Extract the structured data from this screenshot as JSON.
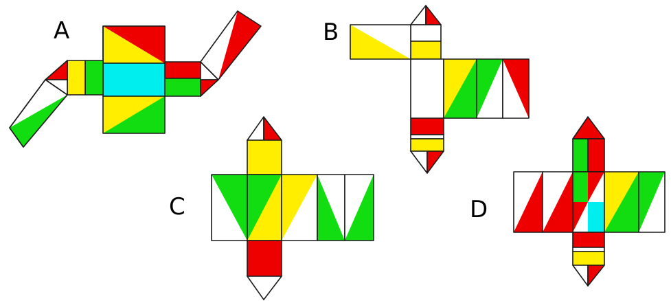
{
  "colors": {
    "red": "#ee0000",
    "yellow": "#ffee00",
    "green": "#11dd11",
    "cyan": "#00eeee",
    "white": "#ffffff",
    "outline": "#1a1a1a"
  },
  "nets": [
    {
      "id": "A",
      "label": "A"
    },
    {
      "id": "B",
      "label": "B"
    },
    {
      "id": "C",
      "label": "C"
    },
    {
      "id": "D",
      "label": "D"
    }
  ]
}
